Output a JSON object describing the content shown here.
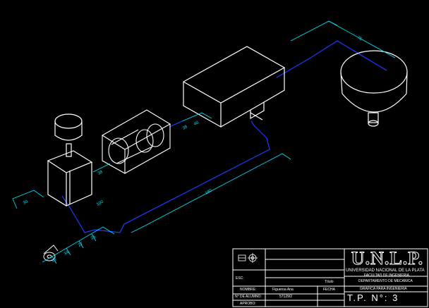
{
  "drawing": {
    "dimensions": [
      "75",
      "40",
      "38",
      "180",
      "100",
      "38",
      "30",
      "10",
      "34",
      "27",
      "25"
    ]
  },
  "title_block": {
    "title_label": "Título",
    "scale_label": "ESC:",
    "name_label": "NOMBRE:",
    "name_value": "Figueroa Ana",
    "student_no_label": "N° DE ALUMNO:",
    "student_no_value": "57129/2",
    "approved_label": "APROBO:",
    "date_label": "FECHA",
    "logo": "U.N.L.P.",
    "university": "UNIVERSIDAD NACIONAL DE LA PLATA",
    "faculty": "FACULTAD DE INGENIERIA",
    "department": "DEPARTAMENTO DE MECANICA",
    "course": "GRAFICA PARA INGENIERIA",
    "tp": "T.P. N°: 3"
  }
}
